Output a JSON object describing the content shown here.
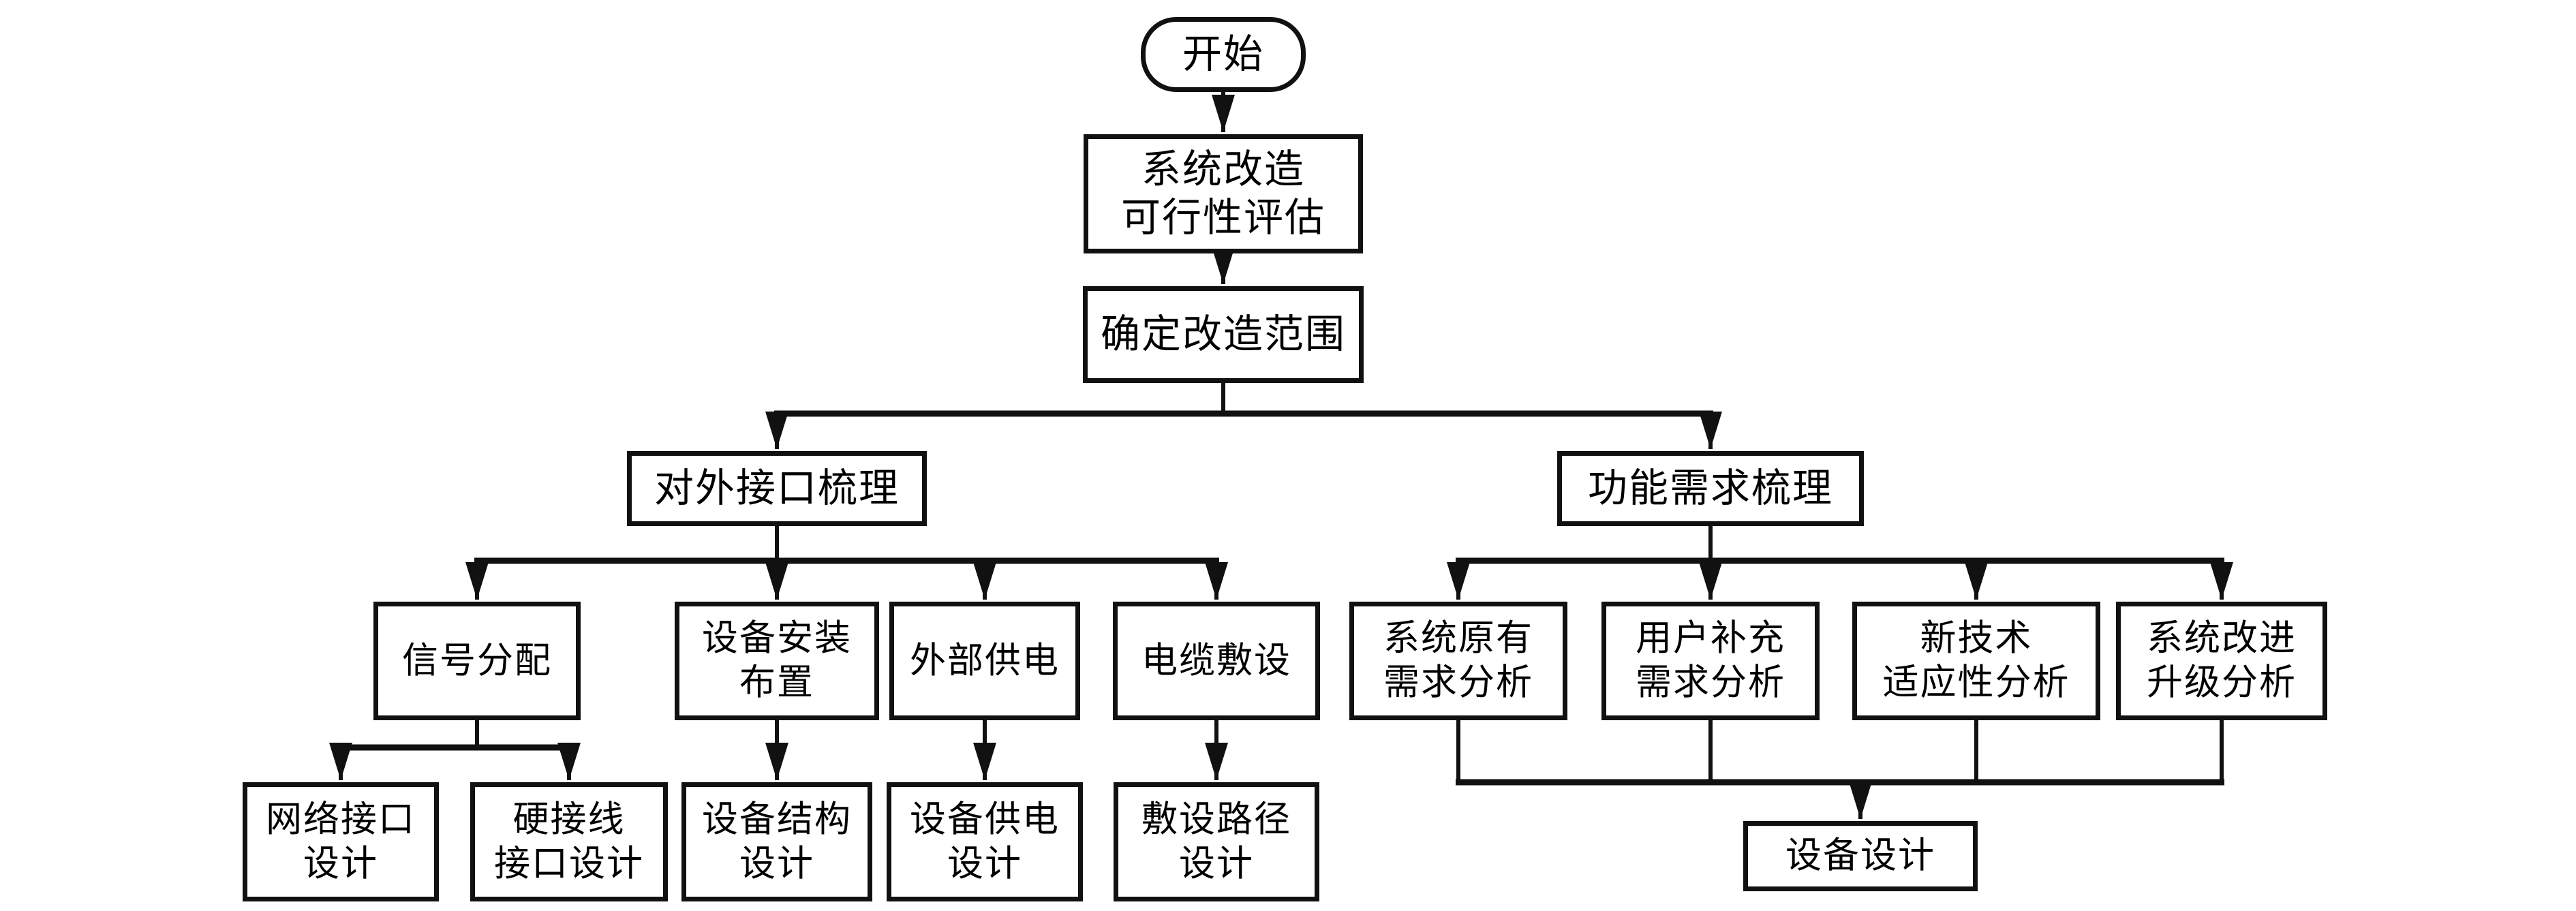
{
  "diagram": {
    "type": "flowchart",
    "background_color": "#ffffff",
    "line_color": "#111111",
    "box_border_color": "#111111",
    "text_color": "#000000",
    "nodes": {
      "start": {
        "label": "开始",
        "shape": "rounded"
      },
      "feasibility": {
        "label": "系统改造\n可行性评估",
        "shape": "rect"
      },
      "scope": {
        "label": "确定改造范围",
        "shape": "rect"
      },
      "interface_review": {
        "label": "对外接口梳理",
        "shape": "rect"
      },
      "function_review": {
        "label": "功能需求梳理",
        "shape": "rect"
      },
      "signal_allocation": {
        "label": "信号分配",
        "shape": "rect"
      },
      "equipment_install": {
        "label": "设备安装\n布置",
        "shape": "rect"
      },
      "external_power": {
        "label": "外部供电",
        "shape": "rect"
      },
      "cable_laying": {
        "label": "电缆敷设",
        "shape": "rect"
      },
      "network_interface_design": {
        "label": "网络接口\n设计",
        "shape": "rect"
      },
      "hardwired_interface_design": {
        "label": "硬接线\n接口设计",
        "shape": "rect"
      },
      "equipment_structure_design": {
        "label": "设备结构\n设计",
        "shape": "rect"
      },
      "equipment_power_design": {
        "label": "设备供电\n设计",
        "shape": "rect"
      },
      "laying_path_design": {
        "label": "敷设路径\n设计",
        "shape": "rect"
      },
      "original_requirements": {
        "label": "系统原有\n需求分析",
        "shape": "rect"
      },
      "user_supplement_requirements": {
        "label": "用户补充\n需求分析",
        "shape": "rect"
      },
      "new_tech_adaptability": {
        "label": "新技术\n适应性分析",
        "shape": "rect"
      },
      "system_upgrade_analysis": {
        "label": "系统改进\n升级分析",
        "shape": "rect"
      },
      "equipment_design": {
        "label": "设备设计",
        "shape": "rect"
      }
    },
    "edges": [
      {
        "from": "start",
        "to": "feasibility"
      },
      {
        "from": "feasibility",
        "to": "scope"
      },
      {
        "from": "scope",
        "to": "interface_review"
      },
      {
        "from": "scope",
        "to": "function_review"
      },
      {
        "from": "interface_review",
        "to": "signal_allocation"
      },
      {
        "from": "interface_review",
        "to": "equipment_install"
      },
      {
        "from": "interface_review",
        "to": "external_power"
      },
      {
        "from": "interface_review",
        "to": "cable_laying"
      },
      {
        "from": "signal_allocation",
        "to": "network_interface_design"
      },
      {
        "from": "signal_allocation",
        "to": "hardwired_interface_design"
      },
      {
        "from": "equipment_install",
        "to": "equipment_structure_design"
      },
      {
        "from": "external_power",
        "to": "equipment_power_design"
      },
      {
        "from": "cable_laying",
        "to": "laying_path_design"
      },
      {
        "from": "function_review",
        "to": "original_requirements"
      },
      {
        "from": "function_review",
        "to": "user_supplement_requirements"
      },
      {
        "from": "function_review",
        "to": "new_tech_adaptability"
      },
      {
        "from": "function_review",
        "to": "system_upgrade_analysis"
      },
      {
        "from": "original_requirements",
        "to": "equipment_design"
      },
      {
        "from": "user_supplement_requirements",
        "to": "equipment_design"
      },
      {
        "from": "new_tech_adaptability",
        "to": "equipment_design"
      },
      {
        "from": "system_upgrade_analysis",
        "to": "equipment_design"
      }
    ]
  }
}
